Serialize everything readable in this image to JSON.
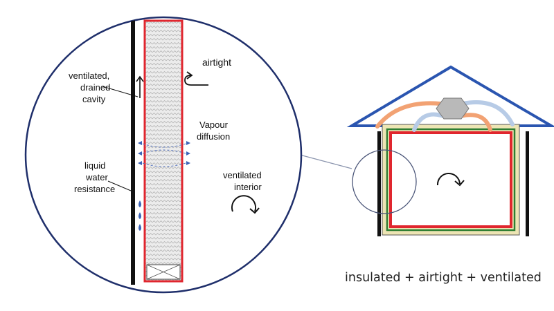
{
  "labels": {
    "airtight": "airtight",
    "ventilated_cavity": [
      "ventilated,",
      "drained",
      "cavity"
    ],
    "vapour_diffusion": [
      "Vapour",
      "diffusion"
    ],
    "liquid_water": [
      "liquid",
      "water",
      "resistance"
    ],
    "ventilated_interior": [
      "ventilated",
      "interior"
    ]
  },
  "caption": "insulated + airtight + ventilated",
  "colors": {
    "outline_navy": "#1f2f6b",
    "roof_blue": "#2a55b0",
    "airtight_red": "#e0262e",
    "insulation_fill": "#e9e9e9",
    "insulation_pattern": "#bdbdbd",
    "water_drop": "#3b63b8",
    "duct_orange": "#f2a273",
    "duct_blue": "#b7cbe6",
    "hrv_unit": "#b9b9b9",
    "wall_green": "#2e7d32",
    "wall_cream": "#ede5b4"
  }
}
